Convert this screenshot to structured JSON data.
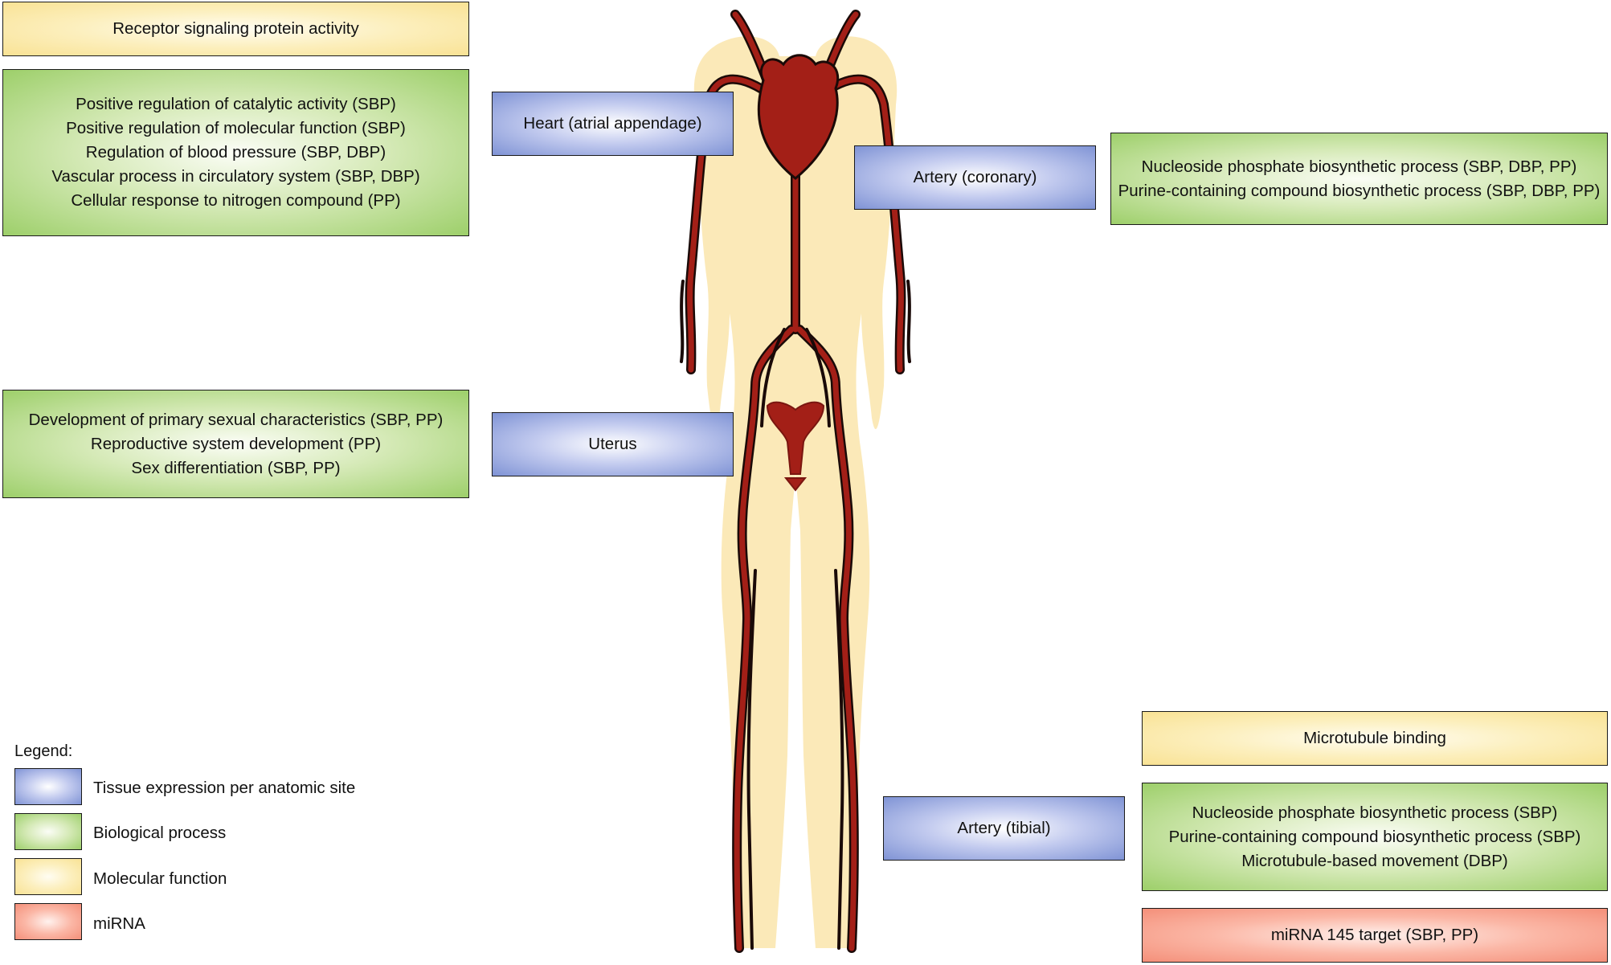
{
  "tissues": {
    "heart": "Heart (atrial appendage)",
    "coronary": "Artery (coronary)",
    "uterus": "Uterus",
    "tibial": "Artery (tibial)"
  },
  "annotations": {
    "heart_mf": [
      "Receptor signaling protein activity"
    ],
    "heart_bp": [
      "Positive regulation of catalytic activity (SBP)",
      "Positive regulation of molecular function (SBP)",
      "Regulation of blood pressure (SBP, DBP)",
      "Vascular process in circulatory system (SBP, DBP)",
      "Cellular response to nitrogen compound (PP)"
    ],
    "coronary_bp": [
      "Nucleoside phosphate biosynthetic process (SBP, DBP, PP)",
      "Purine-containing compound biosynthetic process (SBP, DBP, PP)"
    ],
    "uterus_bp": [
      "Development of primary sexual characteristics (SBP, PP)",
      "Reproductive system development (PP)",
      "Sex differentiation (SBP, PP)"
    ],
    "tibial_mf": [
      "Microtubule binding"
    ],
    "tibial_bp": [
      "Nucleoside phosphate biosynthetic process (SBP)",
      "Purine-containing compound biosynthetic process (SBP)",
      "Microtubule-based movement (DBP)"
    ],
    "tibial_mirna": [
      "miRNA 145 target (SBP, PP)"
    ]
  },
  "legend": {
    "title": "Legend:",
    "items": [
      {
        "label": "Tissue expression per anatomic site",
        "color": "#7f93d5"
      },
      {
        "label": "Biological process",
        "color": "#9dcf6a"
      },
      {
        "label": "Molecular function",
        "color": "#f9e294"
      },
      {
        "label": "miRNA",
        "color": "#f48f79"
      }
    ]
  },
  "colors": {
    "body": "#fbe9b8",
    "vessel": "#a31f17",
    "vessel_outline": "#1a0a08"
  }
}
